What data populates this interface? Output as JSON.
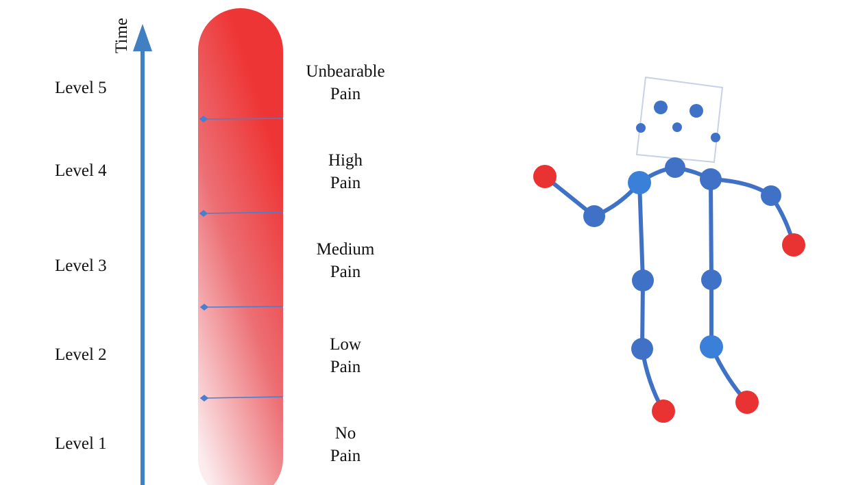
{
  "axis": {
    "label": "Time",
    "color": "#3f7fc2"
  },
  "levels": [
    {
      "label": "Level 5",
      "pain_line1": "Unbearable",
      "pain_line2": "Pain"
    },
    {
      "label": "Level 4",
      "pain_line1": "High",
      "pain_line2": "Pain"
    },
    {
      "label": "Level 3",
      "pain_line1": "Medium",
      "pain_line2": "Pain"
    },
    {
      "label": "Level 2",
      "pain_line1": "Low",
      "pain_line2": "Pain"
    },
    {
      "label": "Level 1",
      "pain_line1": "No",
      "pain_line2": "Pain"
    }
  ],
  "thermometer": {
    "top_color": "#ee3535",
    "bottom_color": "#fbe6e9",
    "divider_color": "#4a7fd0"
  },
  "skeleton": {
    "bone_color": "#3f72c6",
    "joint_color": "#3f72c6",
    "highlight_joint_color": "#3a7fd8",
    "extremity_color": "#e93333",
    "head_box_color": "#c9cfe8"
  }
}
